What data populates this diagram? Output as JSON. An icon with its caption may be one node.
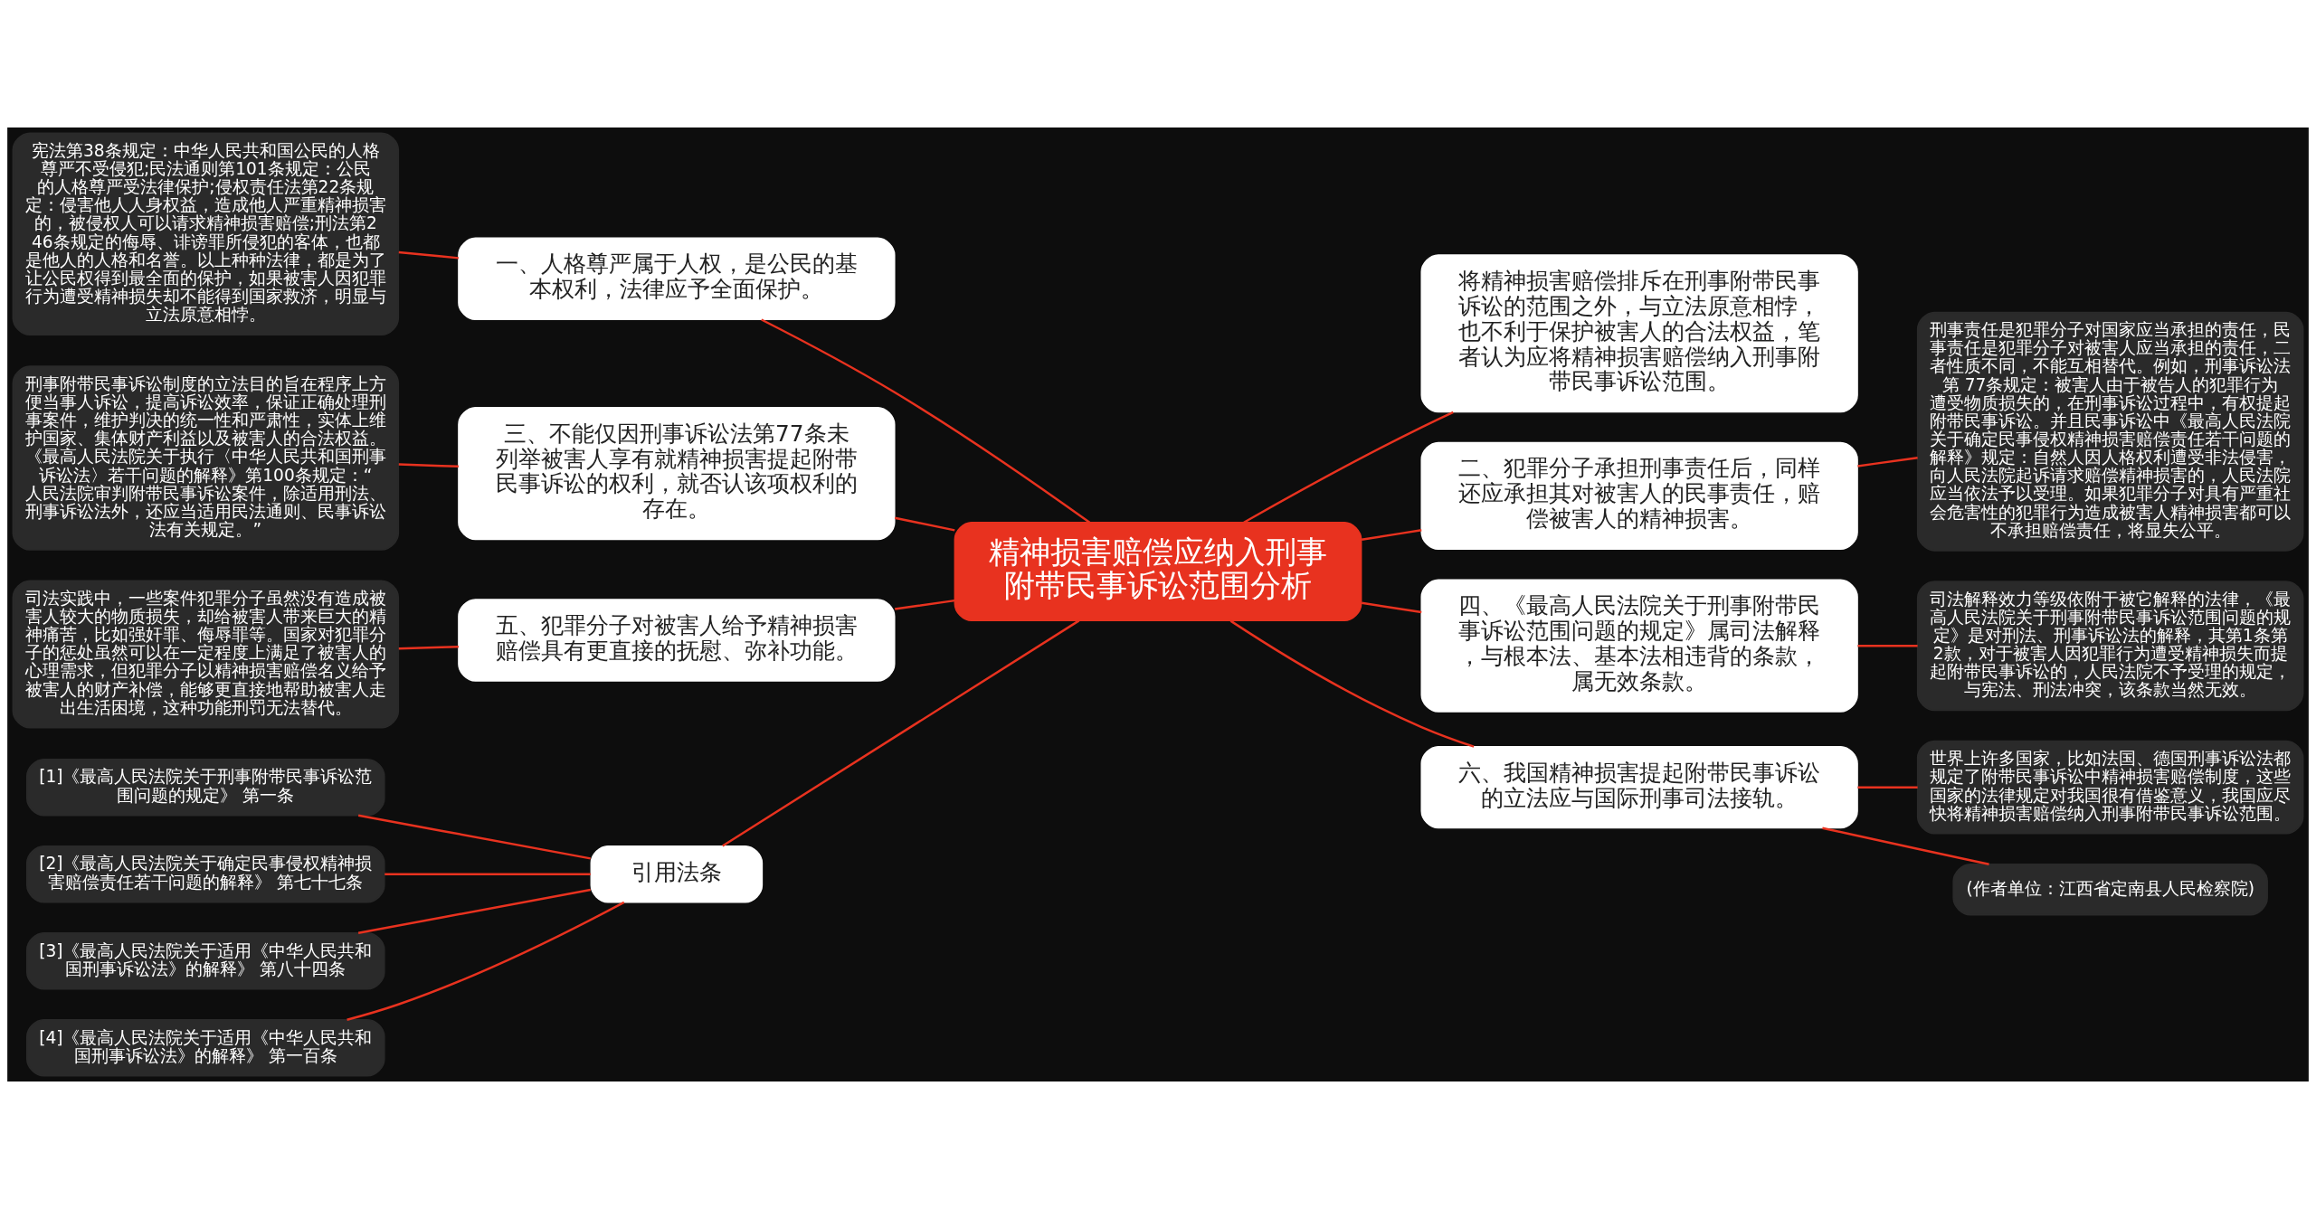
{
  "diagram": {
    "nodes": [
      {
        "text": [
          "精神损害赔偿应纳入刑事附带民事诉讼范围分析"
        ]
      },
      {
        "text": [
          "将精神损害赔偿排斥在刑事附带民事诉讼的范围之外，与立法原意相悖，也不利于保护被害人的合法权益，笔者认为应将精神损害赔偿纳入刑事附带民事诉讼范围。"
        ]
      },
      {
        "text": [
          "二、犯罪分子承担刑事责任后，同样还应承担其对被害人的民事责任，赔偿被害人的精神损害。"
        ]
      },
      {
        "text": [
          "刑事责任是犯罪分子对国家应当承担的责任，民事责任是犯罪分子对被害人应当承担的责任，二者性质不同，不能互相替代。例如，刑事诉讼法第 77条规定：被害人由于被告人的犯罪行为遭受物质损失的，在刑事诉讼过程中，有权提起附带民事诉讼。并且民事诉讼中《最高人民法院关于确定民事侵权精神损害赔偿责任若干问题的解释》规定：自然人因人格权利遭受非法侵害，向人民法院起诉请求赔偿精神损害的，人民法院应当依法予以受理。如果犯罪分子对具有严重社会危害性的犯罪行为造成被害人精神损害都可以不承担赔偿责任，将显失公平。"
        ]
      },
      {
        "text": [
          "四、《最高人民法院关于刑事附带民事诉讼范围问题的规定》属司法解释，与根本法、基本法相违背的条款，属无效条款。"
        ]
      },
      {
        "text": [
          "司法解释效力等级依附于被它解释的法律，《最高人民法院关于刑事附带民事诉讼范围问题的规定》是对刑法、刑事诉讼法的解释，其第1条第2款，对于被害人因犯罪行为遭受精神损失而提起附带民事诉讼的，人民法院不予受理的规定，与宪法、刑法冲突，该条款当然无效。"
        ]
      },
      {
        "text": [
          "六、我国精神损害提起附带民事诉讼的立法应与国际刑事司法接轨。"
        ]
      },
      {
        "text": [
          "世界上许多国家，比如法国、德国刑事诉讼法都规定了附带民事诉讼中精神损害赔偿制度，这些国家的法律规定对我国很有借鉴意义，我国应尽快将精神损害赔偿纳入刑事附带民事诉讼范围。"
        ]
      },
      {
        "text": [
          "(作者单位：江西省定南县人民检察院)"
        ]
      },
      {
        "text": [
          "一、人格尊严属于人权，是公民的基本权利，法律应予全面保护。"
        ]
      },
      {
        "text": [
          "宪法第38条规定：中华人民共和国公民的人格尊严不受侵犯;民法通则第101条规定：公民的人格尊严受法律保护;侵权责任法第22条规定：侵害他人人身权益，造成他人严重精神损害的，被侵权人可以请求精神损害赔偿;刑法第246条规定的侮辱、诽谤罪所侵犯的客体，也都是他人的人格和名誉。以上种种法律，都是为了让公民权得到最全面的保护，如果被害人因犯罪行为遭受精神损失却不能得到国家救济，明显与立法原意相悖。"
        ]
      },
      {
        "text": [
          "三、不能仅因刑事诉讼法第77条未列举被害人享有就精神损害提起附带民事诉讼的权利，就否认该项权利的存在。"
        ]
      },
      {
        "text": [
          "刑事附带民事诉讼制度的立法目的旨在程序上方便当事人诉讼，提高诉讼效率，保证正确处理刑事案件，维护判决的统一性和严肃性，实体上维护国家、集体财产利益以及被害人的合法权益。《最高人民法院关于执行〈中华人民共和国刑事诉讼法〉若干问题的解释》第100条规定：“人民法院审判附带民事诉讼案件，除适用刑法、刑事诉讼法外，还应当适用民法通则、民事诉讼法有关规定。”"
        ]
      },
      {
        "text": [
          "五、犯罪分子对被害人给予精神损害赔偿具有更直接的抚慰、弥补功能。"
        ]
      },
      {
        "text": [
          "司法实践中，一些案件犯罪分子虽然没有造成被害人较大的物质损失，却给被害人带来巨大的精神痛苦，比如强奸罪、侮辱罪等。国家对犯罪分子的惩处虽然可以在一定程度上满足了被害人的心理需求，但犯罪分子以精神损害赔偿名义给予被害人的财产补偿，能够更直接地帮助被害人走出生活困境，这种功能刑罚无法替代。"
        ]
      },
      {
        "text": [
          "引用法条"
        ]
      },
      {
        "text": [
          "[1]《最高人民法院关于刑事附带民事诉讼范围问题的规定》 第一条"
        ]
      },
      {
        "text": [
          "[2]《最高人民法院关于确定民事侵权精神损害赔偿责任若干问题的解释》 第七十七条"
        ]
      },
      {
        "text": [
          "[3]《最高人民法院关于适用《中华人民共和国刑事诉讼法》的解释》 第八十四条"
        ]
      },
      {
        "text": [
          "[4]《最高人民法院关于适用《中华人民共和国刑事诉讼法》的解释》 第一百条"
        ]
      }
    ],
    "edges": [
      {
        "from": 0,
        "to": 1,
        "arrow": "none"
      },
      {
        "from": 0,
        "to": 2,
        "arrow": "none"
      },
      {
        "from": 2,
        "to": 3,
        "arrow": "none"
      },
      {
        "from": 0,
        "to": 4,
        "arrow": "none"
      },
      {
        "from": 4,
        "to": 5,
        "arrow": "none"
      },
      {
        "from": 0,
        "to": 6,
        "arrow": "none"
      },
      {
        "from": 6,
        "to": 7,
        "arrow": "none"
      },
      {
        "from": 6,
        "to": 8,
        "arrow": "none"
      },
      {
        "from": 0,
        "to": 9,
        "arrow": "none"
      },
      {
        "from": 9,
        "to": 10,
        "arrow": "none"
      },
      {
        "from": 0,
        "to": 11,
        "arrow": "none"
      },
      {
        "from": 11,
        "to": 12,
        "arrow": "none"
      },
      {
        "from": 0,
        "to": 13,
        "arrow": "none"
      },
      {
        "from": 13,
        "to": 14,
        "arrow": "none"
      },
      {
        "from": 0,
        "to": 15,
        "arrow": "none"
      },
      {
        "from": 15,
        "to": 16,
        "arrow": "none"
      },
      {
        "from": 15,
        "to": 17,
        "arrow": "none"
      },
      {
        "from": 15,
        "to": 18,
        "arrow": "none"
      },
      {
        "from": 15,
        "to": 19,
        "arrow": "none"
      }
    ]
  }
}
